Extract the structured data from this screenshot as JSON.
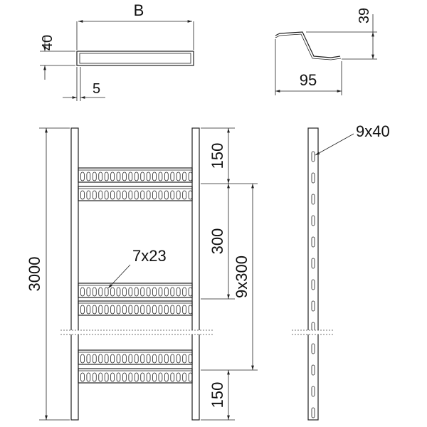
{
  "dimensions": {
    "width": "B",
    "height": "40",
    "thickness": "5",
    "rung_height": "39",
    "rung_width": "95",
    "length": "3000",
    "end_offset_top": "150",
    "rung_spacing": "300",
    "total_spacing": "9x300",
    "end_offset_bottom": "150",
    "rung_slot": "7x23",
    "rail_slot": "9x40"
  },
  "rung_slot_count": 19,
  "rail_slot_count": 13
}
